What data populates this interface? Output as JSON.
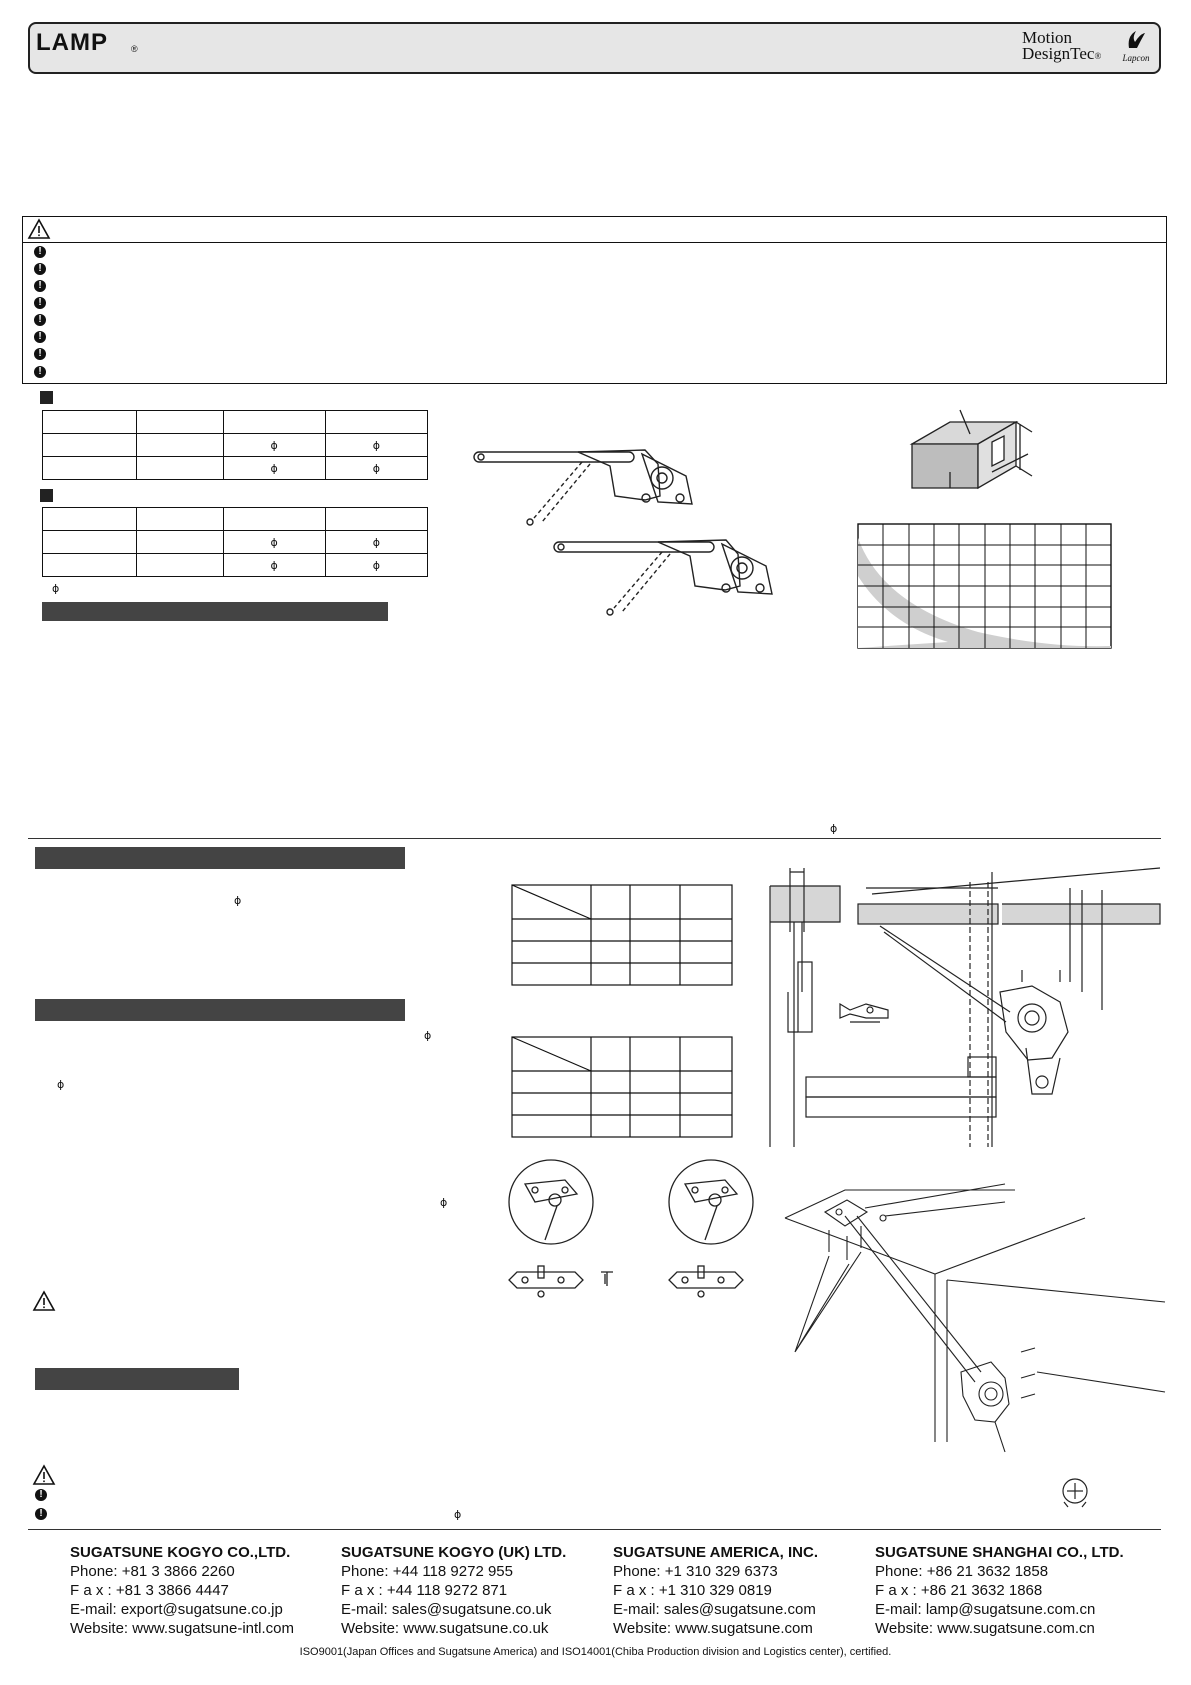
{
  "header": {
    "brand": "LAMP",
    "brand_mark": "®",
    "motion_logo_line1": "Motion",
    "motion_logo_line2": "DesignTec",
    "motion_mark": "®",
    "lapcon": "Lapcon"
  },
  "symbols": {
    "phi": "ɸ",
    "exclamation": "!"
  },
  "icons": {
    "warning": "warning-triangle-icon",
    "bullet": "exclamation-circle-icon"
  },
  "companies": [
    {
      "name": "SUGATSUNE KOGYO CO.,LTD.",
      "phone_label": "Phone:",
      "phone": "+81 3 3866 2260",
      "fax_label": "F a x :",
      "fax": "+81 3 3866 4447",
      "email_label": "E-mail:",
      "email": "export@sugatsune.co.jp",
      "web_label": "Website:",
      "web": "www.sugatsune-intl.com"
    },
    {
      "name": "SUGATSUNE KOGYO (UK) LTD.",
      "phone_label": "Phone:",
      "phone": "+44 118 9272 955",
      "fax_label": "F a x :",
      "fax": "+44 118 9272 871",
      "email_label": "E-mail:",
      "email": "sales@sugatsune.co.uk",
      "web_label": "Website:",
      "web": "www.sugatsune.co.uk"
    },
    {
      "name": "SUGATSUNE AMERICA, INC.",
      "phone_label": "Phone:",
      "phone": "+1 310 329 6373",
      "fax_label": "F a x :",
      "fax": "+1 310 329 0819",
      "email_label": "E-mail:",
      "email": "sales@sugatsune.com",
      "web_label": "Website:",
      "web": "www.sugatsune.com"
    },
    {
      "name": "SUGATSUNE SHANGHAI CO., LTD.",
      "phone_label": "Phone:",
      "phone": "+86  21 3632 1858",
      "fax_label": "F a x :",
      "fax": "+86  21 3632 1868",
      "email_label": "E-mail:",
      "email": "lamp@sugatsune.com.cn",
      "web_label": "Website:",
      "web": "www.sugatsune.com.cn"
    }
  ],
  "certification": "ISO9001(Japan Offices and Sugatsune America) and ISO14001(Chiba Production division and Logistics center), certified."
}
